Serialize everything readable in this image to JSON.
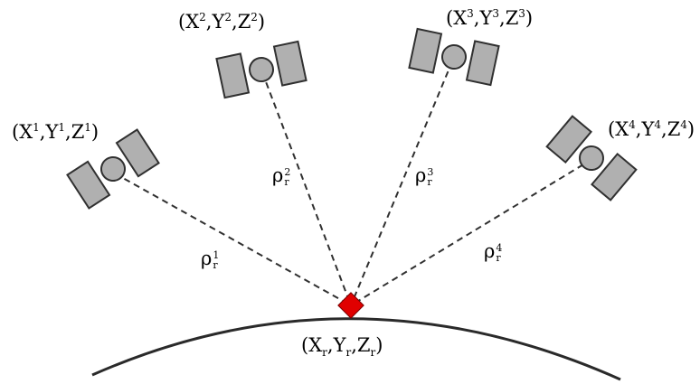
{
  "satellites": [
    {
      "coord": {
        "x": "X",
        "xs": "1",
        "y": "Y",
        "ys": "1",
        "z": "Z",
        "zs": "1"
      },
      "range": {
        "symbol": "ρ",
        "sup": "1",
        "sub": "r"
      }
    },
    {
      "coord": {
        "x": "X",
        "xs": "2",
        "y": "Y",
        "ys": "2",
        "z": "Z",
        "zs": "2"
      },
      "range": {
        "symbol": "ρ",
        "sup": "2",
        "sub": "r"
      }
    },
    {
      "coord": {
        "x": "X",
        "xs": "3",
        "y": "Y",
        "ys": "3",
        "z": "Z",
        "zs": "3"
      },
      "range": {
        "symbol": "ρ",
        "sup": "3",
        "sub": "r"
      }
    },
    {
      "coord": {
        "x": "X",
        "xs": "4",
        "y": "Y",
        "ys": "4",
        "z": "Z",
        "zs": "4"
      },
      "range": {
        "symbol": "ρ",
        "sup": "4",
        "sub": "r"
      }
    }
  ],
  "receiver": {
    "coord": {
      "x": "X",
      "xs": "r",
      "y": "Y",
      "ys": "r",
      "z": "Z",
      "zs": "r"
    },
    "color": "#e00000"
  },
  "colors": {
    "satellite_fill": "#b0b0b0",
    "satellite_stroke": "#303030",
    "line": "#303030"
  }
}
